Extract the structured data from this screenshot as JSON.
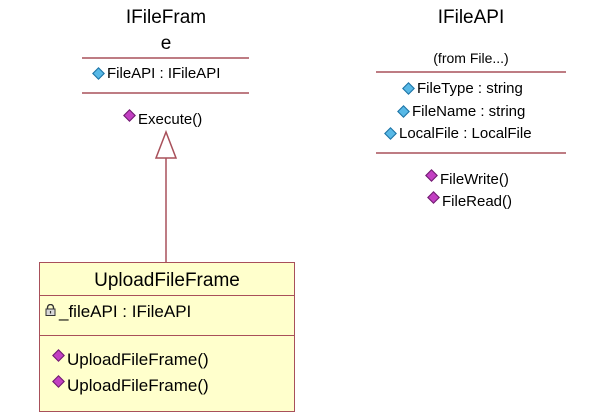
{
  "classes": {
    "ifileframe": {
      "name_line1": "IFileFram",
      "name_line2": "e",
      "attribute": "FileAPI : IFileAPI",
      "operation": "Execute()"
    },
    "ifileapi": {
      "name": "IFileAPI",
      "stereotype": "(from File...)",
      "attributes": [
        "FileType : string",
        "FileName : string",
        "LocalFile : LocalFile"
      ],
      "operations": [
        "FileWrite()",
        "FileRead()"
      ]
    },
    "uploadfileframe": {
      "name": "UploadFileFrame",
      "attribute": "_fileAPI : IFileAPI",
      "operations": [
        "UploadFileFrame()",
        "UploadFileFrame()"
      ]
    }
  },
  "icons": {
    "attribute": "attribute-diamond-icon",
    "operation": "operation-diamond-icon",
    "private": "lock-icon"
  },
  "colors": {
    "separator": "#a8505a",
    "class_fill": "#ffffcc",
    "attribute_icon": "#57b8e6",
    "operation_icon": "#c23fc2"
  }
}
